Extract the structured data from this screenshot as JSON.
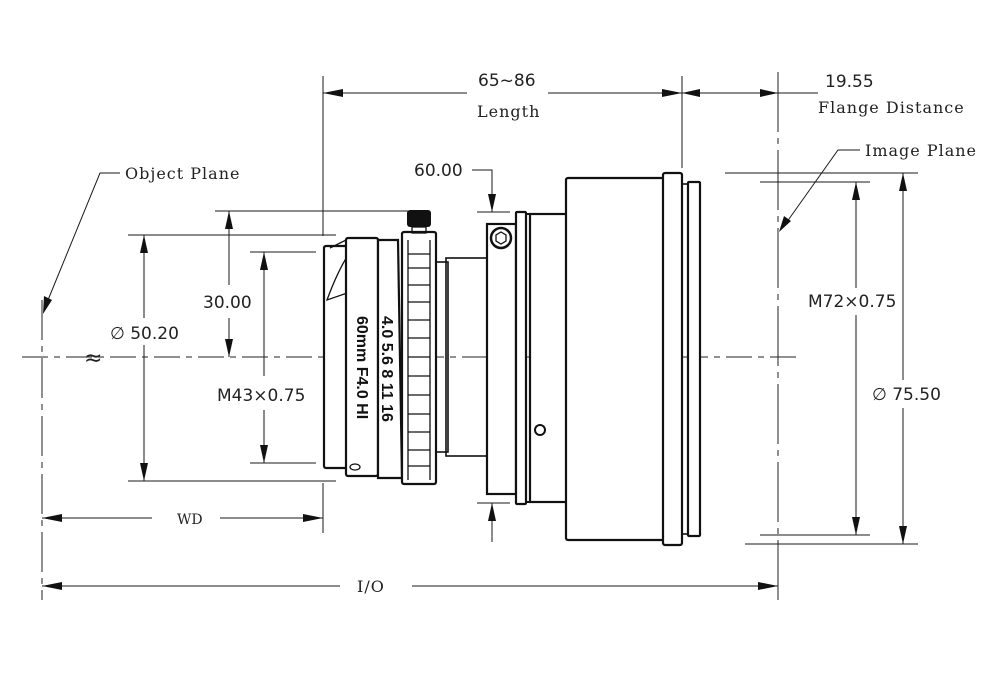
{
  "drawing": {
    "title": "Lens outline dimension drawing",
    "dimensions": {
      "length_value": "65~86",
      "length_label": "Length",
      "flange_value": "19.55",
      "flange_label": "Flange Distance",
      "front_mount_depth": "60.00",
      "front_height": "30.00",
      "front_diameter": "∅ 50.20",
      "front_thread": "M43×0.75",
      "rear_thread": "M72×0.75",
      "rear_diameter": "∅ 75.50",
      "working_distance": "WD",
      "object_to_image": "I/O"
    },
    "annotations": {
      "object_plane": "Object Plane",
      "image_plane": "Image Plane",
      "approx_symbol": "≈"
    },
    "lens_engraving": {
      "aperture_scale": "4.0 5.6  8 11 16",
      "model": "60mm F4.0 HI"
    }
  }
}
